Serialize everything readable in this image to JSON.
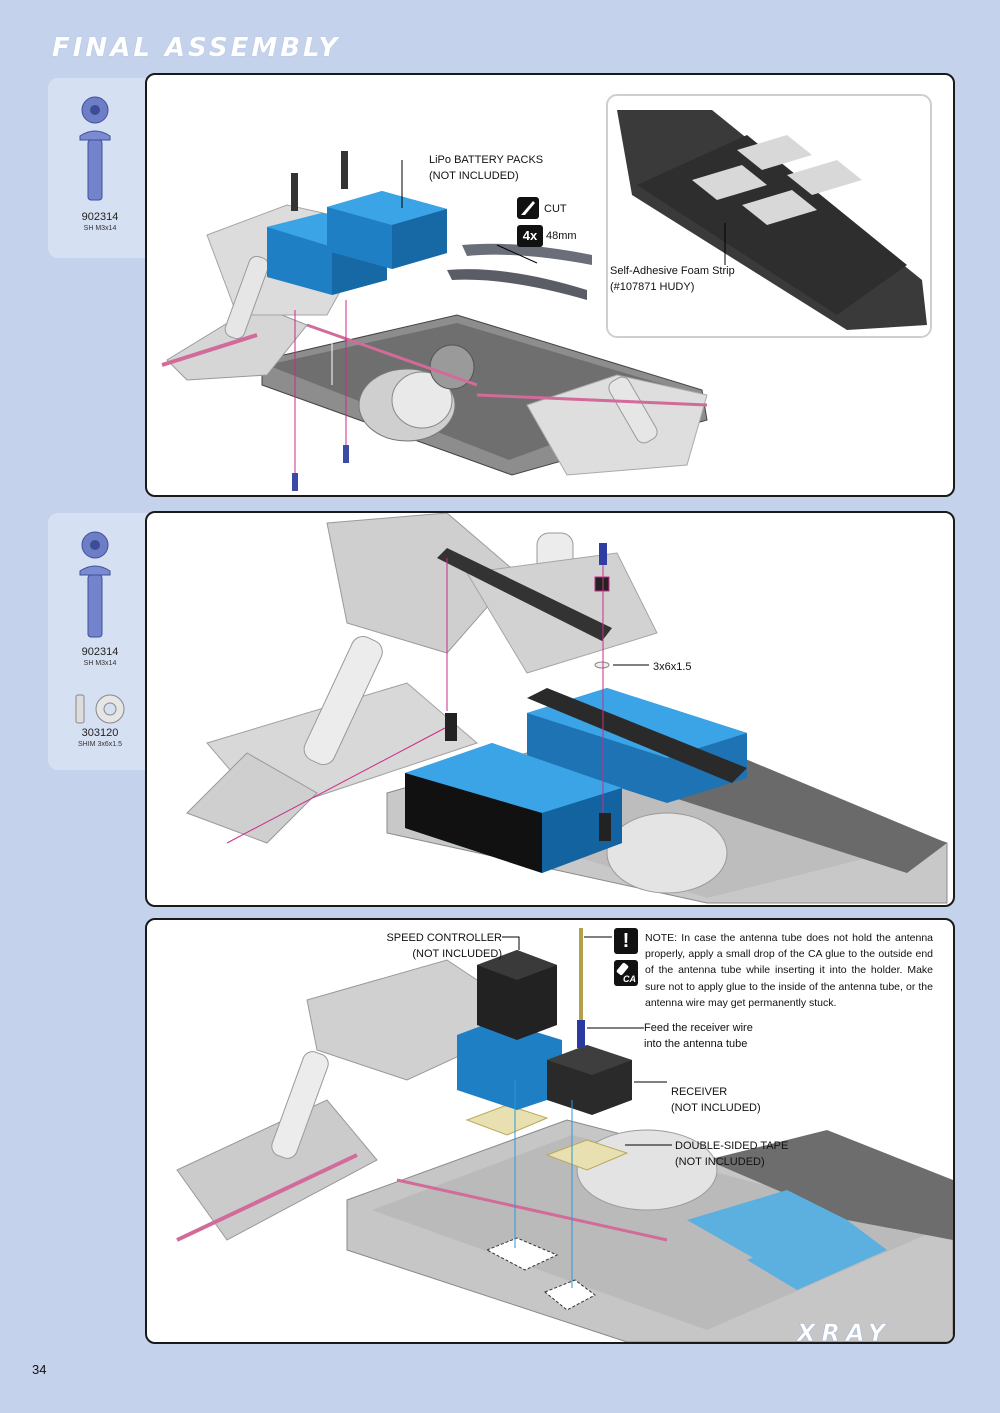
{
  "header": {
    "title": "FINAL ASSEMBLY"
  },
  "parts": [
    {
      "code": "902314",
      "desc": "SH M3x14"
    },
    {
      "code": "902314",
      "desc": "SH M3x14"
    },
    {
      "code": "303120",
      "desc": "SHIM 3x6x1.5"
    }
  ],
  "step1": {
    "battery_label": [
      "LiPo BATTERY PACKS",
      "(NOT INCLUDED)"
    ],
    "cut_label": "CUT",
    "qty_badge": "4x",
    "length_label": "48mm",
    "foam_label": [
      "Self-Adhesive Foam Strip",
      "(#107871 HUDY)"
    ]
  },
  "step2": {
    "shim_label": "3x6x1.5"
  },
  "step3": {
    "speed_controller": [
      "SPEED CONTROLLER",
      "(NOT INCLUDED)"
    ],
    "note": "NOTE: In case the antenna tube does not hold the antenna properly, apply a small drop of the CA glue to the outside end of the antenna tube while  inserting it into the holder. Make sure not to apply glue to the inside of the antenna tube, or the antenna wire may get permanently stuck.",
    "ca_badge": "CA",
    "receiver_wire": [
      "Feed the receiver wire",
      "into the antenna tube"
    ],
    "receiver": [
      "RECEIVER",
      "(NOT INCLUDED)"
    ],
    "tape": [
      "DOUBLE-SIDED TAPE",
      "(NOT INCLUDED)"
    ]
  },
  "footer": {
    "page_number": "34",
    "brand": "XRAY"
  },
  "colors": {
    "page_bg": "#c4d2ec",
    "part_panel": "#d6e0f3",
    "battery_blue": "#2b8fd0",
    "guide_magenta": "#cc2a8a",
    "guide_blue": "#2a9ad6"
  }
}
